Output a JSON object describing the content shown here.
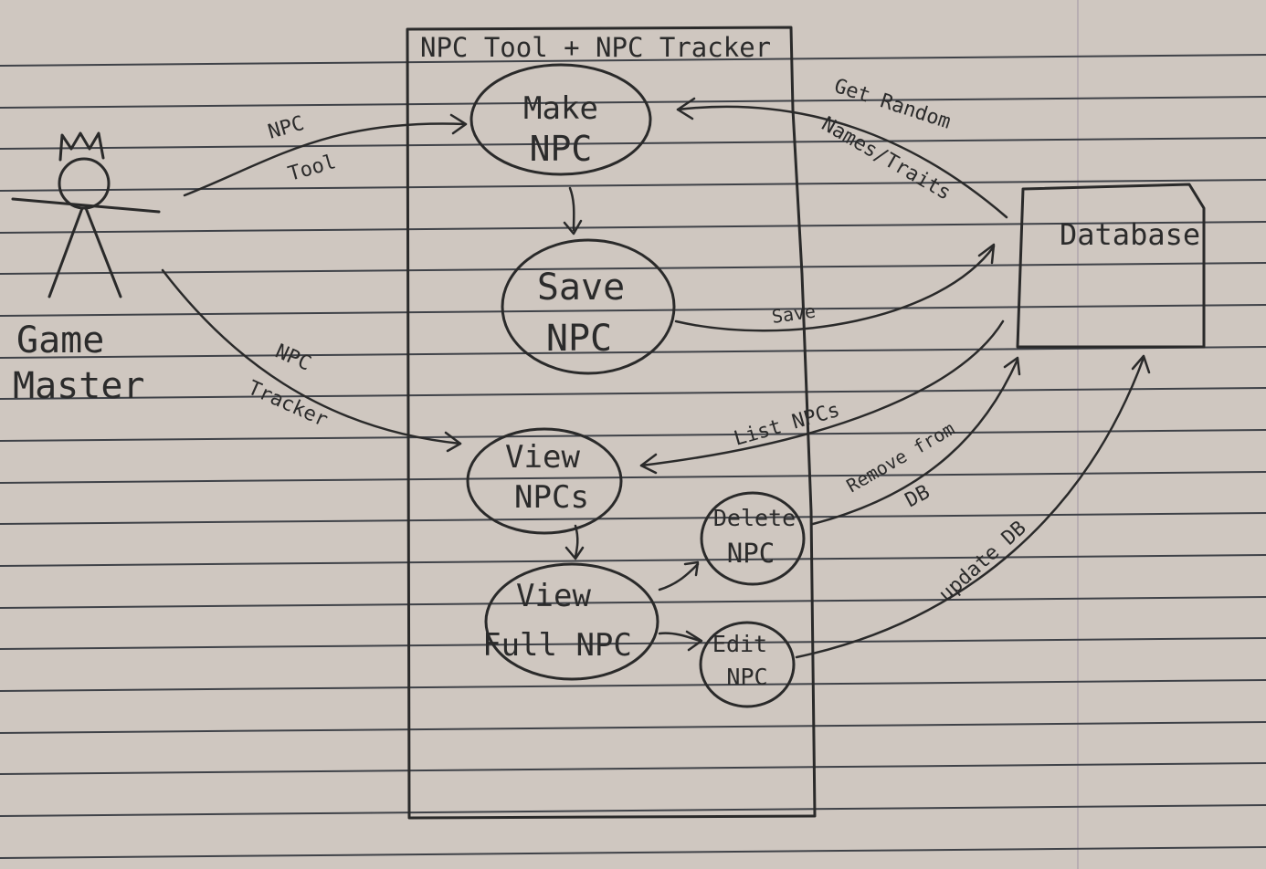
{
  "system_title": "NPC Tool + NPC Tracker",
  "actor": {
    "line1": "Game",
    "line2": "Master"
  },
  "database": {
    "label": "Database"
  },
  "nodes": {
    "make_npc": {
      "line1": "Make",
      "line2": "NPC"
    },
    "save_npc": {
      "line1": "Save",
      "line2": "NPC"
    },
    "view_npcs": {
      "line1": "View",
      "line2": "NPCs"
    },
    "view_full_npc": {
      "line1": "View",
      "line2": "Full NPC"
    },
    "delete_npc": {
      "line1": "Delete",
      "line2": "NPC"
    },
    "edit_npc": {
      "line1": "Edit",
      "line2": "NPC"
    }
  },
  "edges": {
    "npc_tool": {
      "line1": "NPC",
      "line2": "Tool"
    },
    "npc_tracker": {
      "line1": "NPC",
      "line2": "Tracker"
    },
    "get_random": {
      "line1": "Get Random",
      "line2": "Names/Traits"
    },
    "save": {
      "label": "Save"
    },
    "list_npcs": {
      "label": "List NPCs"
    },
    "remove_from": {
      "line1": "Remove from",
      "line2": "DB"
    },
    "update_db": {
      "label": "update DB"
    }
  },
  "colors": {
    "ink": "#2a2a2a",
    "paper": "#cfc7c0",
    "rule": "#3f4248"
  }
}
